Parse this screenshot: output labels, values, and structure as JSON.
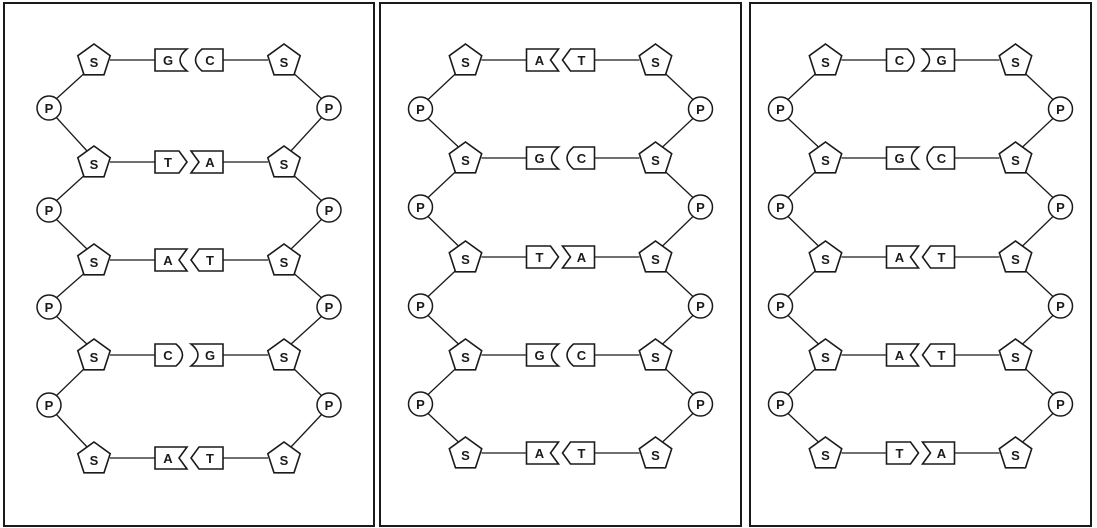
{
  "symbols": {
    "sugar": "S",
    "phosphate": "P"
  },
  "panels": [
    {
      "name": "dna-model-1",
      "pairs": [
        {
          "left": "G",
          "right": "C"
        },
        {
          "left": "T",
          "right": "A"
        },
        {
          "left": "A",
          "right": "T"
        },
        {
          "left": "C",
          "right": "G"
        },
        {
          "left": "A",
          "right": "T"
        }
      ]
    },
    {
      "name": "dna-model-2",
      "pairs": [
        {
          "left": "A",
          "right": "T"
        },
        {
          "left": "G",
          "right": "C"
        },
        {
          "left": "T",
          "right": "A"
        },
        {
          "left": "G",
          "right": "C"
        },
        {
          "left": "A",
          "right": "T"
        }
      ]
    },
    {
      "name": "dna-model-3",
      "pairs": [
        {
          "left": "C",
          "right": "G"
        },
        {
          "left": "G",
          "right": "C"
        },
        {
          "left": "A",
          "right": "T"
        },
        {
          "left": "A",
          "right": "T"
        },
        {
          "left": "T",
          "right": "A"
        }
      ]
    }
  ]
}
